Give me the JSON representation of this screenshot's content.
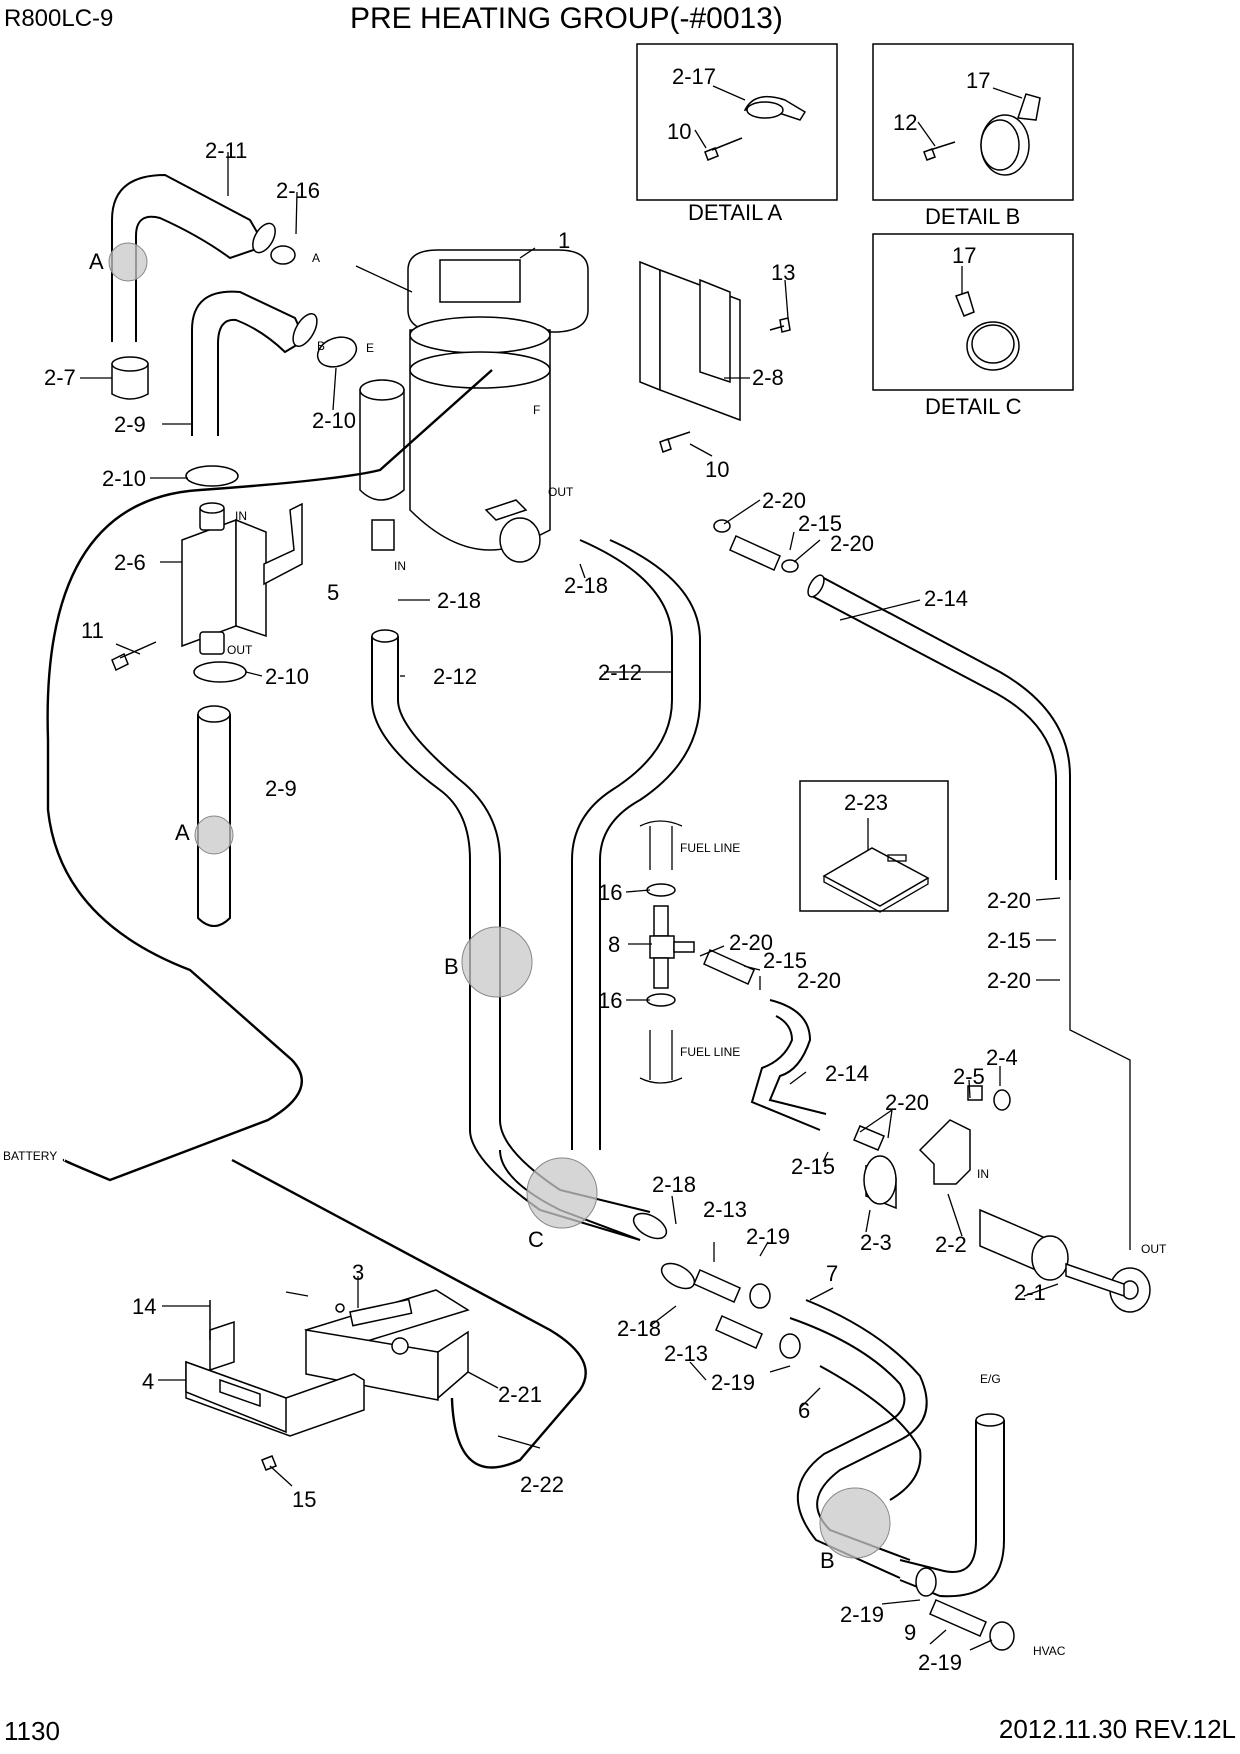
{
  "header": {
    "model": "R800LC-9",
    "title": "PRE HEATING GROUP(-#0013)"
  },
  "footer": {
    "page_number": "1130",
    "revision": "2012.11.30  REV.12L"
  },
  "details": {
    "a": {
      "title": "DETAIL A",
      "parts": [
        "2-17",
        "10"
      ]
    },
    "b": {
      "title": "DETAIL B",
      "parts": [
        "17",
        "12"
      ]
    },
    "c": {
      "title": "DETAIL C",
      "parts": [
        "17"
      ]
    }
  },
  "callouts": [
    "A",
    "A",
    "B",
    "B",
    "C"
  ],
  "markers": {
    "in": "IN",
    "out": "OUT",
    "e": "E",
    "f": "F",
    "a": "A",
    "b": "B",
    "fuel_line": "FUEL LINE",
    "battery": "BATTERY",
    "eg": "E/G",
    "hvac": "HVAC"
  },
  "part_labels": [
    "1",
    "2-1",
    "2-2",
    "2-3",
    "2-4",
    "2-5",
    "2-6",
    "2-7",
    "2-8",
    "2-9",
    "2-9",
    "2-10",
    "2-10",
    "2-10",
    "2-11",
    "2-12",
    "2-12",
    "2-13",
    "2-13",
    "2-14",
    "2-14",
    "2-15",
    "2-15",
    "2-15",
    "2-15",
    "2-16",
    "2-18",
    "2-18",
    "2-18",
    "2-18",
    "2-19",
    "2-19",
    "2-19",
    "2-19",
    "2-20",
    "2-20",
    "2-20",
    "2-20",
    "2-20",
    "2-20",
    "2-20",
    "2-21",
    "2-22",
    "2-23",
    "3",
    "4",
    "5",
    "6",
    "7",
    "8",
    "9",
    "10",
    "11",
    "13",
    "14",
    "15",
    "16",
    "16"
  ]
}
